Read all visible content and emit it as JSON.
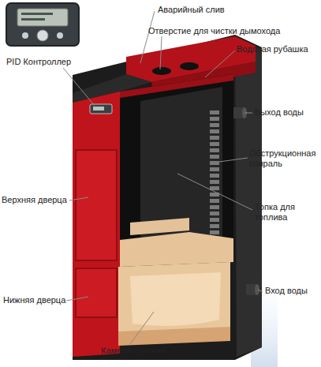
{
  "diagram": {
    "labels": [
      "Аварийный слив",
      "Отверстие для чистки дымохода",
      "Водяная рубашка",
      "PID Контроллер",
      "Выход воды",
      "Обструкционная спираль",
      "Верхняя дверца",
      "Топка для топлива",
      "Вход воды",
      "Нижняя дверца",
      "Камера горения"
    ]
  }
}
